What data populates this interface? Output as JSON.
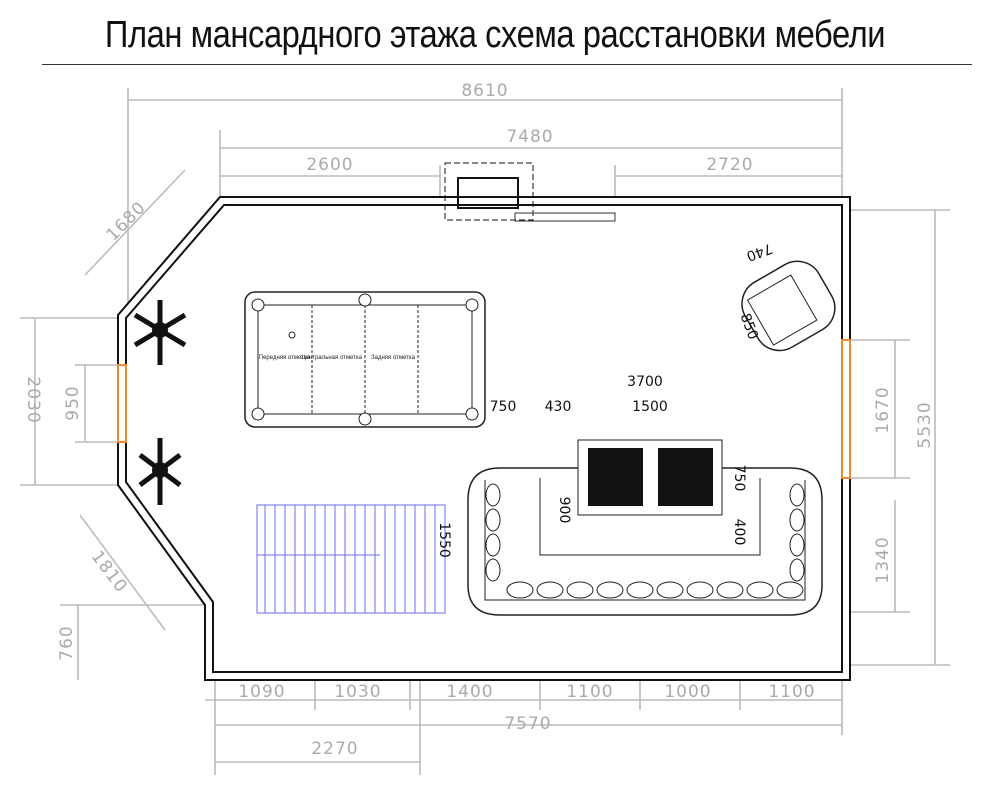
{
  "title": "План мансардного этажа схема расстановки мебели",
  "dimensions": {
    "overall_width": "8610",
    "inner_top": "7480",
    "top_left": "2600",
    "top_right": "2720",
    "diag_top": "1680",
    "left_height": "2030",
    "left_window": "950",
    "diag_bottom": "1810",
    "bottom_left_wall": "760",
    "bottom_segments": [
      "1090",
      "1030",
      "1400",
      "1100",
      "1000",
      "1100"
    ],
    "bottom_total": "7570",
    "stair_width": "2270",
    "right_total": "5530",
    "right_window": "1670",
    "right_lower": "1340",
    "armchair_width": "740",
    "armchair_depth": "850",
    "sofa_zone": "3700",
    "sofa_offset": "750",
    "table_gap": "430",
    "table_width": "1500",
    "table_depth": "750",
    "sofa_depth": "900",
    "table_offset": "400",
    "stair_length": "1550"
  },
  "pool_table": {
    "marks": [
      "Передняя отметка",
      "Центральная отметка",
      "Задняя отметка"
    ]
  },
  "colors": {
    "window": "#f08a30",
    "stairs": "#6b6bf0",
    "dimension": "#aaaaaa",
    "wall": "#111111"
  }
}
